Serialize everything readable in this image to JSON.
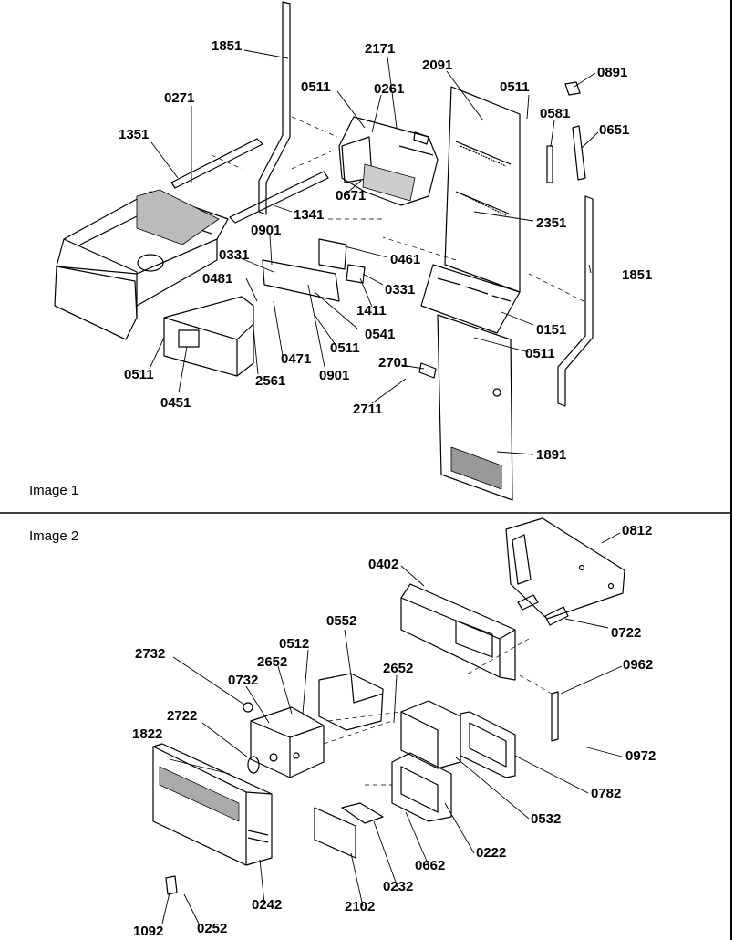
{
  "image1": {
    "caption": "Image 1",
    "labels": {
      "p1851a": "1851",
      "p2171": "2171",
      "p2091": "2091",
      "p0891": "0891",
      "p0271": "0271",
      "p0511a": "0511",
      "p0261": "0261",
      "p0511b": "0511",
      "p0581": "0581",
      "p0651": "0651",
      "p1351": "1351",
      "p1341": "1341",
      "p0671": "0671",
      "p2351": "2351",
      "p0901a": "0901",
      "p0461": "0461",
      "p0331a": "0331",
      "p1851b": "1851",
      "p0481": "0481",
      "p0331b": "0331",
      "p1411": "1411",
      "p0541": "0541",
      "p0151": "0151",
      "p0471": "0471",
      "p0511c": "0511",
      "p0511d": "0511",
      "p0511e": "0511",
      "p2561": "2561",
      "p0901b": "0901",
      "p2701": "2701",
      "p0451": "0451",
      "p2711": "2711",
      "p1891": "1891"
    }
  },
  "image2": {
    "caption": "Image 2",
    "labels": {
      "p0812": "0812",
      "p0402": "0402",
      "p0552": "0552",
      "p0722": "0722",
      "p2732": "2732",
      "p0512": "0512",
      "p0732": "0732",
      "p2652a": "2652",
      "p2652b": "2652",
      "p0962": "0962",
      "p2722": "2722",
      "p1822": "1822",
      "p0972": "0972",
      "p0782": "0782",
      "p0532": "0532",
      "p0222": "0222",
      "p0662": "0662",
      "p0242": "0242",
      "p0232": "0232",
      "p2102": "2102",
      "p1092": "1092",
      "p0252": "0252"
    }
  }
}
